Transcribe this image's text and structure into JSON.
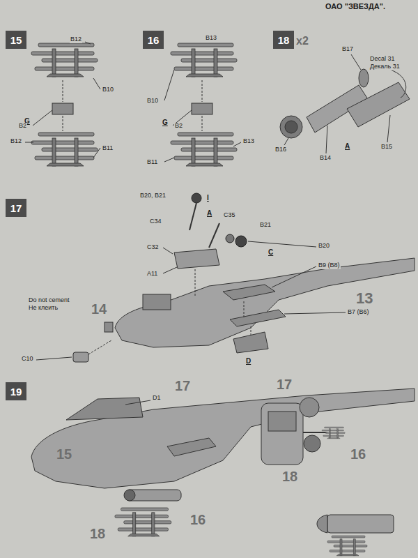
{
  "diagram": {
    "nodes": [
      {
        "text": [
          "15"
        ]
      },
      {
        "text": [
          "16"
        ]
      },
      {
        "text": [
          "18"
        ]
      },
      {
        "text": [
          "17"
        ]
      },
      {
        "text": [
          "19"
        ]
      }
    ],
    "labels": [
      "ОАО \"ЗВЕЗДА\".",
      "x2",
      "B12",
      "B10",
      "G",
      "B2",
      "B12",
      "B11",
      "B13",
      "B10",
      "G",
      "B2",
      "B13",
      "B11",
      "B17",
      "Decal 31",
      "Декаль 31",
      "B16",
      "B14",
      "A",
      "B15",
      "B20, B21",
      "I",
      "A",
      "C35",
      "C34",
      "B21",
      "C",
      "B20",
      "C32",
      "A11",
      "B9 (B8)",
      "Do not cement",
      "Не клеить",
      "14",
      "13",
      "B7 (B6)",
      "C10",
      "D",
      "D1",
      "17",
      "15",
      "16",
      "18",
      "17",
      "16",
      "18"
    ]
  }
}
